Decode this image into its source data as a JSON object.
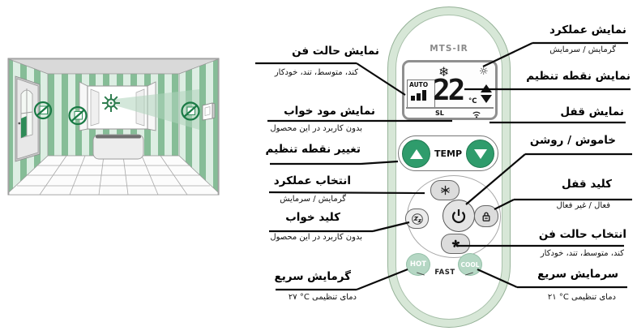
{
  "remote": {
    "model": "MTS-IR",
    "display": {
      "fan_mode": "AUTO",
      "temperature": "22",
      "unit": "°C",
      "sleep_indicator": "SL"
    },
    "temp_rocker_label": "TEMP",
    "hot_label": "HOT",
    "cool_label": "COOL",
    "fast_label": "FAST"
  },
  "icons": {
    "snowflake_glyph": "❄",
    "sun_glyph": "☼"
  },
  "colors": {
    "button_green": "#2f9c6c",
    "fast_button_green": "#b5d7c4",
    "remote_border_green": "#d7e7d7",
    "wall_stripe_green": "#86bd97",
    "prohibition_green": "#1a7a45"
  },
  "callouts_left": [
    {
      "title": "نمایش حالت فن",
      "sub": "کند، متوسط، تند، خودکار"
    },
    {
      "title": "نمایش مود خواب",
      "sub": "بدون کاربرد در این محصول"
    },
    {
      "title": "تغییر نقطه تنظیم"
    },
    {
      "title": "انتخاب عملکرد",
      "sub": "گرمایش / سرمایش"
    },
    {
      "title": "کلید خواب",
      "sub": "بدون کاربرد در این محصول"
    },
    {
      "title": "گرمایش سریع",
      "sub": "دمای تنظیمی",
      "value": "۲۷ °C"
    }
  ],
  "callouts_right": [
    {
      "title": "نمایش عملکرد",
      "sub": "گرمایش / سرمایش"
    },
    {
      "title": "نمایش نقطه تنظیم"
    },
    {
      "title": "نمایش قفل"
    },
    {
      "title": "خاموش / روشن"
    },
    {
      "title": "کلید قفل",
      "sub": "فعال / غیر فعال"
    },
    {
      "title": "انتخاب حالت فن",
      "sub": "کند، متوسط، تند، خودکار"
    },
    {
      "title": "سرمایش سریع",
      "sub": "دمای تنظیمی",
      "value": "۲۱ °C"
    }
  ]
}
